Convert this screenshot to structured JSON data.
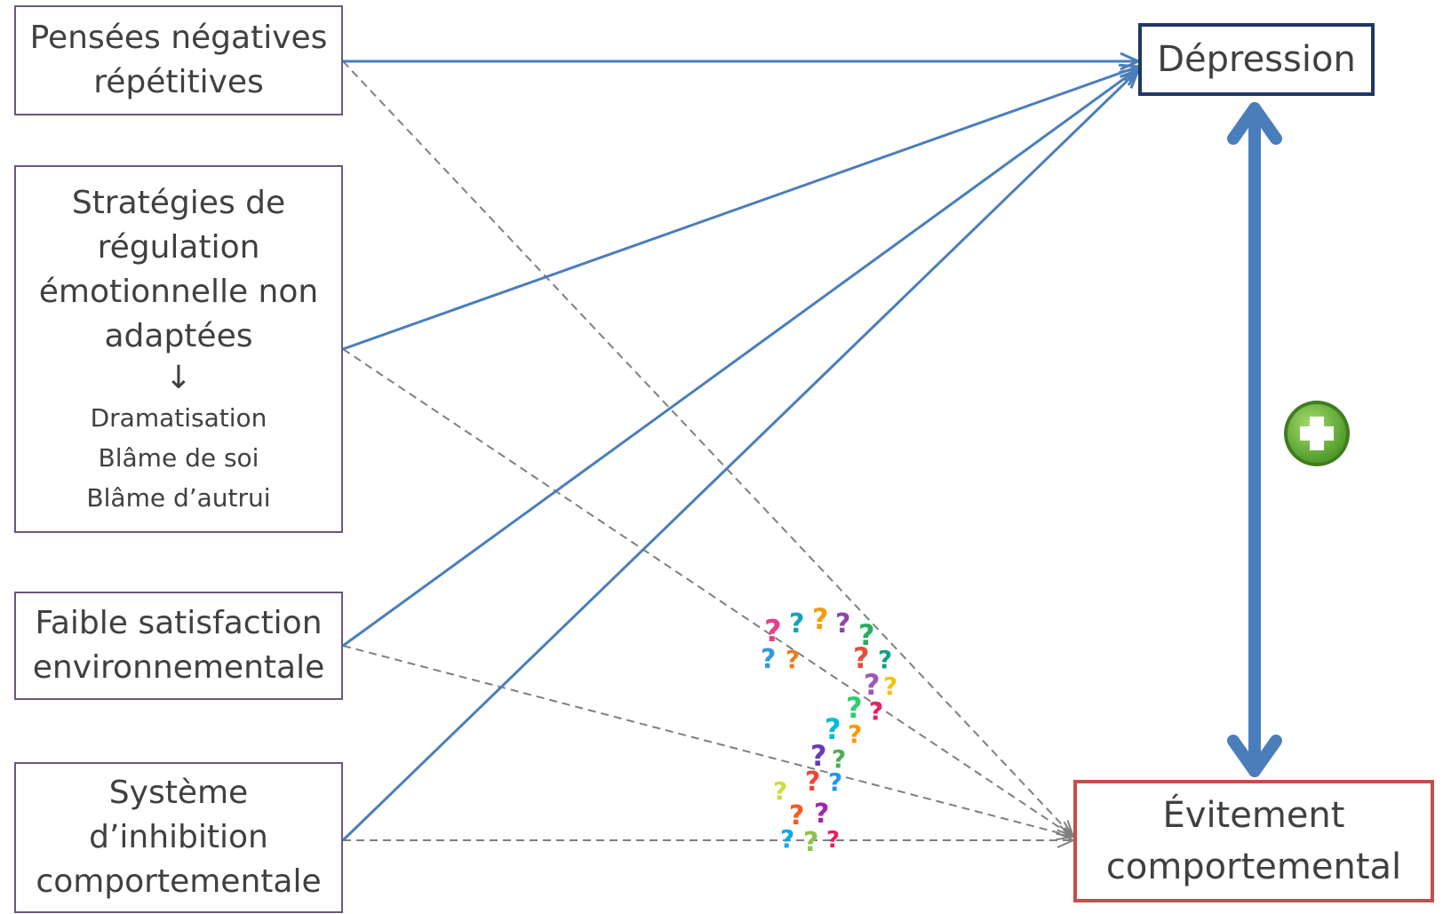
{
  "predictors": {
    "pensees": "Pensées négatives\nrépétitives",
    "strategies": "Stratégies de\nrégulation\némotionnelle non\nadaptées",
    "strategies_arrow": "↓",
    "strategies_examples": "Dramatisation\nBlâme de soi\nBlâme d’autrui",
    "satisfaction": "Faible satisfaction\nenvironnementale",
    "inhibition": "Système\nd’inhibition\ncomportementale"
  },
  "outcomes": {
    "depression": "Dépression",
    "evitement": "Évitement\ncomportemental"
  },
  "relation": {
    "sign_icon": "plus-circle-icon",
    "uncertain_icon": "question-marks-icon"
  },
  "colors": {
    "solid_arrow": "#4a7ebb",
    "dashed_arrow": "#7f7f7f",
    "depression_border": "#1f3864",
    "evitement_border": "#c0504d",
    "predictor_border": "#6b5680",
    "plus_green": "#6cb43f"
  }
}
